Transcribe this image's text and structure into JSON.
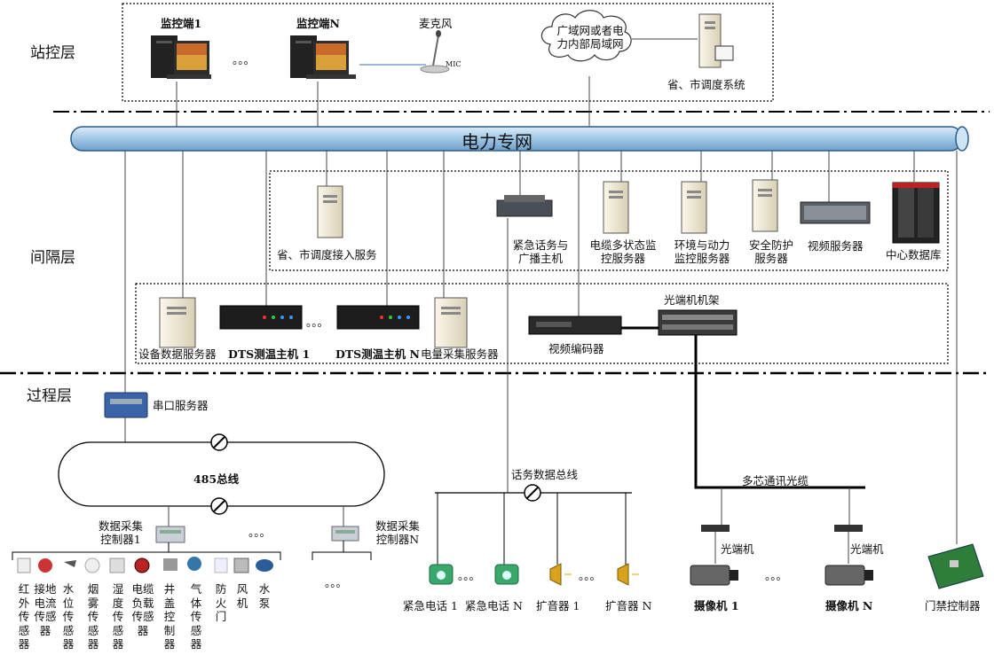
{
  "layers": {
    "station": "站控层",
    "bay": "间隔层",
    "process": "过程层"
  },
  "network": {
    "label": "电力专网"
  },
  "station": {
    "monitor1": "监控端1",
    "monitorN": "监控端N",
    "ellipsis": "。。。",
    "microphone": "麦克风",
    "mic_text": "MIC",
    "cloud": "广域网或者电力内部局域网",
    "dispatch": "省、市调度系统"
  },
  "bay_upper": {
    "dispatch_access": "省、市调度接入服务",
    "broadcast_host": "紧急话务与广播主机",
    "cable_monitor": "电缆多状态监控服务器",
    "env_monitor": "环境与动力监控服务器",
    "security": "安全防护服务器",
    "video_server": "视频服务器",
    "database": "中心数据库"
  },
  "bay_lower": {
    "device_server": "设备数据服务器",
    "dts1": "DTS测温主机 1",
    "dtsN": "DTS测温主机 N",
    "ellipsis": "。。。",
    "energy_server": "电量采集服务器",
    "video_encoder": "视频编码器",
    "optical_rack": "光端机机架"
  },
  "process": {
    "serial_server": "串口服务器",
    "bus485": "485总线",
    "collector1": "数据采集控制器1",
    "collectorN": "数据采集控制器N",
    "ellipsis": "。。。",
    "sensors": [
      "红外传感器",
      "接地电流传感器",
      "水位传感器",
      "烟雾传感器",
      "湿度传感器",
      "电缆负载传感器",
      "井盖控制器",
      "气体传感器",
      "防火门",
      "风机",
      "水泵"
    ],
    "voice_bus": "话务数据总线",
    "phone1": "紧急电话 1",
    "phoneN": "紧急电话 N",
    "speaker1": "扩音器 1",
    "speakerN": "扩音器 N",
    "fiber_cable": "多芯通讯光缆",
    "optical1": "光端机",
    "opticalN": "光端机",
    "camera1": "摄像机 1",
    "cameraN": "摄像机 N",
    "access_control": "门禁控制器"
  }
}
